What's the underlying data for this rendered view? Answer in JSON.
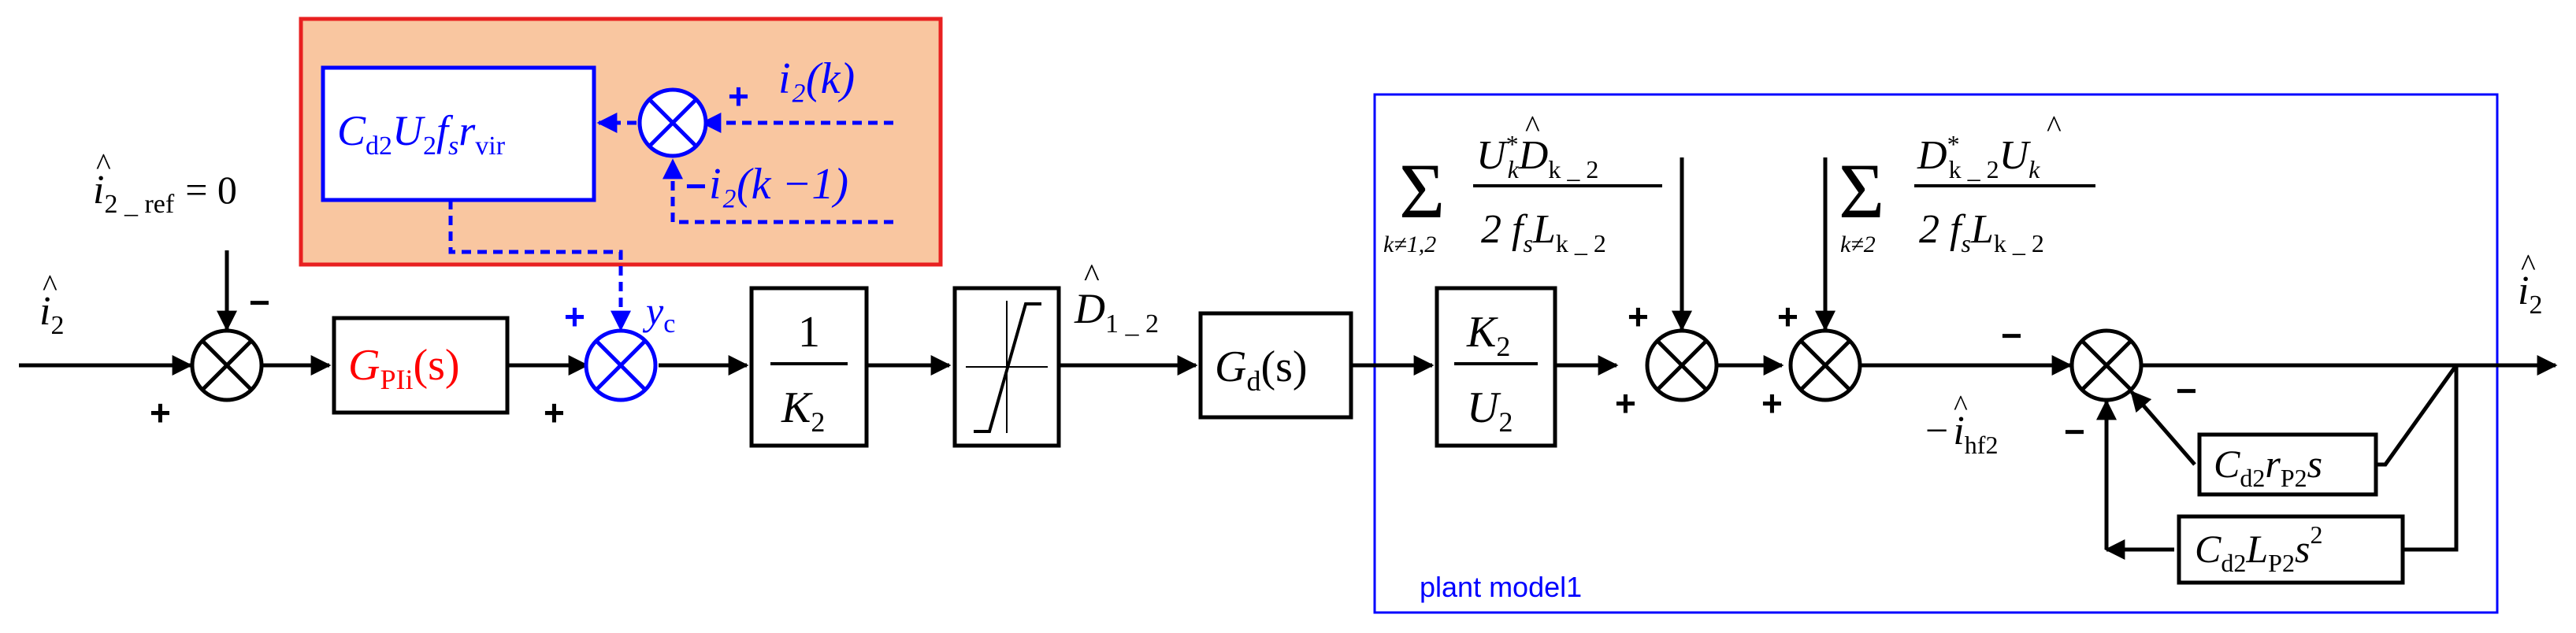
{
  "colors": {
    "black": "#000000",
    "blue": "#0000ff",
    "red": "#ff0000",
    "virt_fill": "#f9c6a0",
    "virt_border": "#e82020",
    "plant_border": "#0000ff"
  },
  "input": {
    "main": "i",
    "sub": "2"
  },
  "ref": {
    "main": "i",
    "sub": "2 _ ref",
    "eq": "= 0"
  },
  "output": {
    "main": "i",
    "sub": "2"
  },
  "signs": {
    "plus": "+",
    "minus": "−"
  },
  "pi_block": {
    "main": "G",
    "sub": "PIi",
    "arg": "(s)"
  },
  "gain_block": {
    "num": "1",
    "den": "K",
    "den_sub": "2"
  },
  "duty": {
    "main": "D",
    "sub": "1 _ 2"
  },
  "gd_block": {
    "main": "G",
    "sub": "d",
    "arg": "(s)"
  },
  "k2u2_block": {
    "num": "K",
    "num_sub": "2",
    "den": "U",
    "den_sub": "2"
  },
  "yc": {
    "main": "y",
    "sub": "c"
  },
  "virtual": {
    "block": {
      "c": "C",
      "c_sub": "d2",
      "u": "U",
      "u_sub": "2",
      "f": "f",
      "f_sub": "s",
      "r": "r",
      "r_sub": "vir"
    },
    "i2k": "i₂(k)",
    "i2k1": "i₂(k −1)"
  },
  "sum1": {
    "sigma": "Σ",
    "limit": "k≠1,2",
    "num_u": "U",
    "num_u_sup": "*",
    "num_u_sub": "k",
    "num_d": "D",
    "num_d_sub": "k _ 2",
    "den": "2 f",
    "den_f_sub": "s",
    "den_l": "L",
    "den_l_sub": "k _ 2"
  },
  "sum2": {
    "sigma": "Σ",
    "limit": "k≠2",
    "num_d": "D",
    "num_d_sup": "*",
    "num_d_sub": "k _ 2",
    "num_u": "U",
    "num_u_sub": "k",
    "den": "2 f",
    "den_f_sub": "s",
    "den_l": "L",
    "den_l_sub": "k _ 2"
  },
  "ihf": {
    "prefix": "−",
    "main": "i",
    "sub": "hf2"
  },
  "fb1": {
    "c": "C",
    "c_sub": "d2",
    "r": "r",
    "r_sub": "P2",
    "s": "s"
  },
  "fb2": {
    "c": "C",
    "c_sub": "d2",
    "l": "L",
    "l_sub": "P2",
    "s": "s",
    "s_sup": "2"
  },
  "plant_label": "plant model1"
}
